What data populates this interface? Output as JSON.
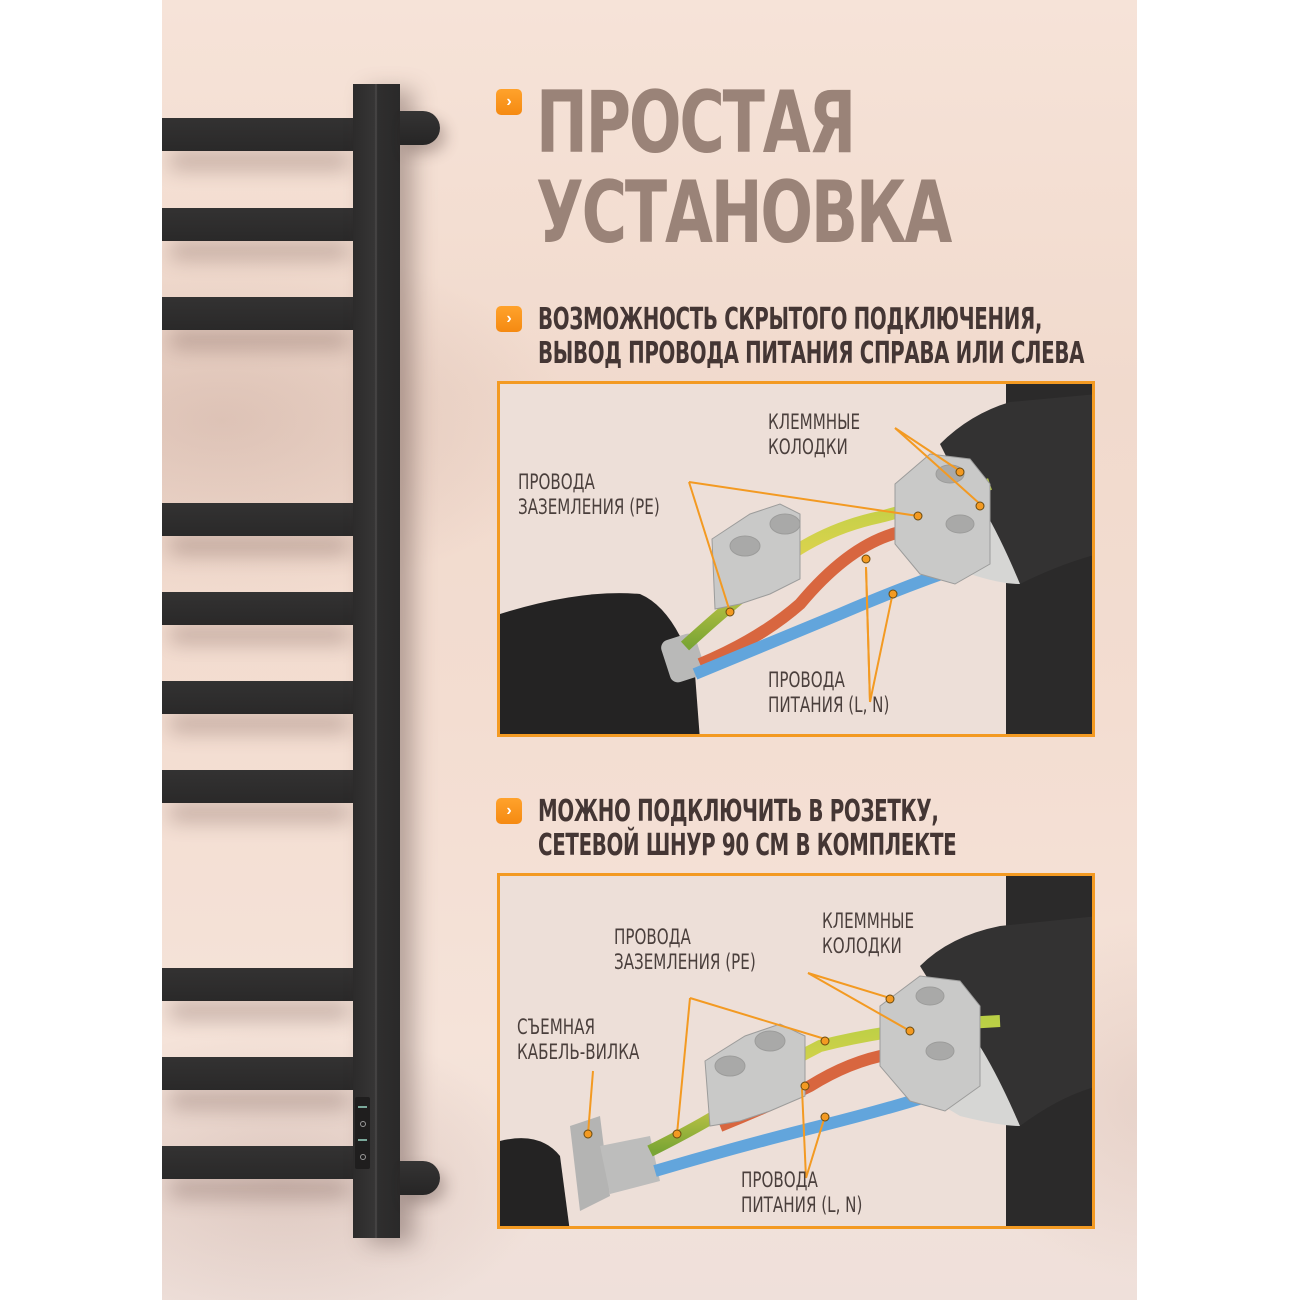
{
  "title": {
    "line1": "ПРОСТАЯ",
    "line2": "УСТАНОВКА"
  },
  "bullet_icon": "chevron-right-icon",
  "colors": {
    "accent": "#f39a22",
    "title": "#9a8378",
    "text": "#443634",
    "background": "#f3ddd1",
    "rail": "#2c2b2b",
    "wire_pe": "#9fbf3c",
    "wire_l": "#d9623a",
    "wire_n": "#5fa0d8"
  },
  "sections": [
    {
      "heading_line1": "ВОЗМОЖНОСТЬ СКРЫТОГО ПОДКЛЮЧЕНИЯ,",
      "heading_line2": "ВЫВОД ПРОВОДА ПИТАНИЯ СПРАВА ИЛИ СЛЕВА",
      "labels": {
        "terminals_line1": "КЛЕММНЫЕ",
        "terminals_line2": "КОЛОДКИ",
        "ground_line1": "ПРОВОДА",
        "ground_line2": "ЗАЗЕМЛЕНИЯ (PE)",
        "power_line1": "ПРОВОДА",
        "power_line2": "ПИТАНИЯ (L, N)"
      }
    },
    {
      "heading_line1": "МОЖНО ПОДКЛЮЧИТЬ В РОЗЕТКУ,",
      "heading_line2": "СЕТЕВОЙ ШНУР 90 СМ В КОМПЛЕКТЕ",
      "labels": {
        "terminals_line1": "КЛЕММНЫЕ",
        "terminals_line2": "КОЛОДКИ",
        "ground_line1": "ПРОВОДА",
        "ground_line2": "ЗАЗЕМЛЕНИЯ (PE)",
        "plug_line1": "СЪЕМНАЯ",
        "plug_line2": "КАБЕЛЬ-ВИЛКА",
        "power_line1": "ПРОВОДА",
        "power_line2": "ПИТАНИЯ (L, N)"
      }
    }
  ]
}
